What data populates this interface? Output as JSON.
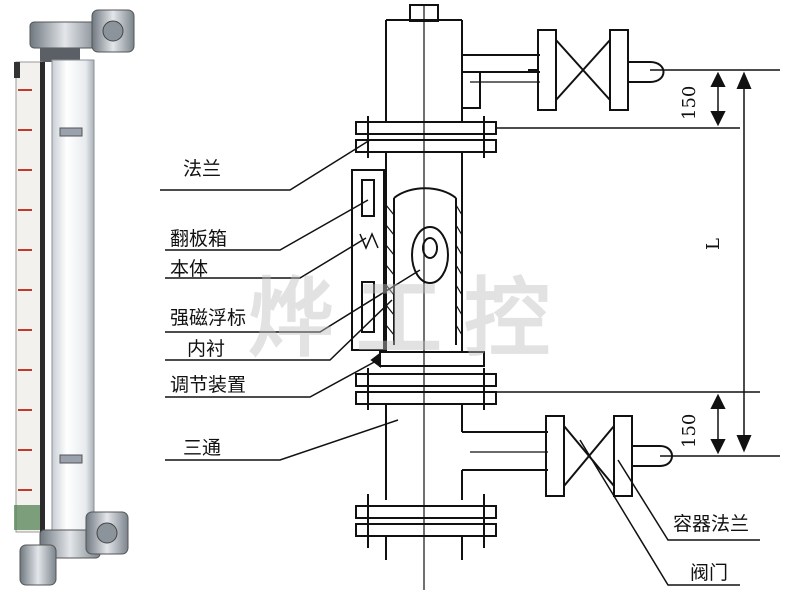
{
  "labels": {
    "flange": "法兰",
    "flap_box": "翻板箱",
    "body": "本体",
    "magnetic_float": "强磁浮标",
    "lining": "内衬",
    "adjust_device": "调节装置",
    "tee": "三通",
    "vessel_flange": "容器法兰",
    "valve": "阀门"
  },
  "dimensions": {
    "top": "150",
    "bottom": "150",
    "length": "L"
  },
  "watermark": "烨工控",
  "colors": {
    "line": "#111111",
    "pipe_fill": "#f7f7f7",
    "metal": "#9aa3ad",
    "scale_red": "#c0392b"
  }
}
